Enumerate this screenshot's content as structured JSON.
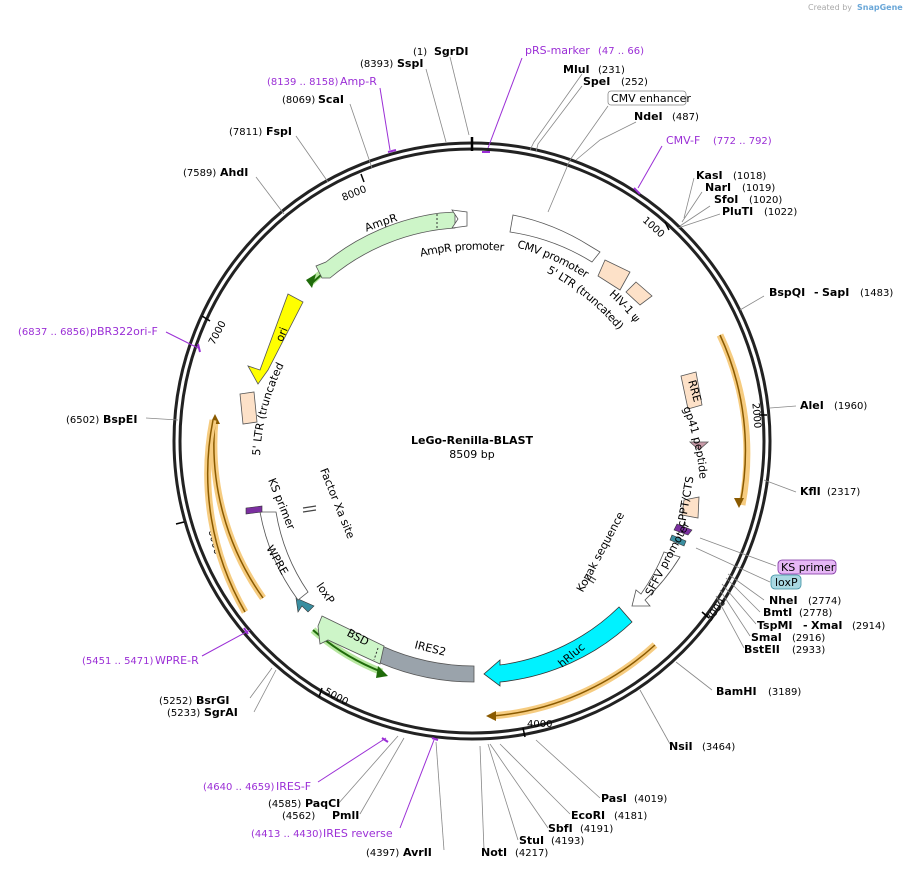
{
  "brand": {
    "created_by": "Created by",
    "name": "SnapGene"
  },
  "plasmid": {
    "name": "LeGo-Renilla-BLAST",
    "size": "8509 bp"
  },
  "colors": {
    "primer": "#9b2fd6",
    "backbone": "#222222"
  },
  "ticks": [
    "1000",
    "2000",
    "3000",
    "4000",
    "5000",
    "6000",
    "7000",
    "8000"
  ],
  "enzymes": [
    {
      "name": "SgrDI",
      "pos": "(1)"
    },
    {
      "name": "SspI",
      "pos": "(8393)"
    },
    {
      "name": "MluI",
      "pos": "(231)"
    },
    {
      "name": "SpeI",
      "pos": "(252)"
    },
    {
      "name": "NdeI",
      "pos": "(487)"
    },
    {
      "name": "ScaI",
      "pos": "(8069)"
    },
    {
      "name": "FspI",
      "pos": "(7811)"
    },
    {
      "name": "AhdI",
      "pos": "(7589)"
    },
    {
      "name": "KasI",
      "pos": "(1018)"
    },
    {
      "name": "NarI",
      "pos": "(1019)"
    },
    {
      "name": "SfoI",
      "pos": "(1020)"
    },
    {
      "name": "PluTI",
      "pos": "(1022)"
    },
    {
      "name": "BspQI",
      "pos": ""
    },
    {
      "name": "SapI",
      "pos": "(1483)"
    },
    {
      "name": "AleI",
      "pos": "(1960)"
    },
    {
      "name": "KflI",
      "pos": "(2317)"
    },
    {
      "name": "NheI",
      "pos": "(2774)"
    },
    {
      "name": "BmtI",
      "pos": "(2778)"
    },
    {
      "name": "TspMI",
      "pos": ""
    },
    {
      "name": "XmaI",
      "pos": "(2914)"
    },
    {
      "name": "SmaI",
      "pos": "(2916)"
    },
    {
      "name": "BstEII",
      "pos": "(2933)"
    },
    {
      "name": "BamHI",
      "pos": "(3189)"
    },
    {
      "name": "NsiI",
      "pos": "(3464)"
    },
    {
      "name": "PasI",
      "pos": "(4019)"
    },
    {
      "name": "EcoRI",
      "pos": "(4181)"
    },
    {
      "name": "SbfI",
      "pos": "(4191)"
    },
    {
      "name": "StuI",
      "pos": "(4193)"
    },
    {
      "name": "NotI",
      "pos": "(4217)"
    },
    {
      "name": "AvrII",
      "pos": "(4397)"
    },
    {
      "name": "PmlI",
      "pos": "(4562)"
    },
    {
      "name": "PaqCI",
      "pos": "(4585)"
    },
    {
      "name": "SgrAI",
      "pos": "(5233)"
    },
    {
      "name": "BsrGI",
      "pos": "(5252)"
    },
    {
      "name": "BspEI",
      "pos": "(6502)"
    }
  ],
  "primers": [
    {
      "name": "pRS-marker",
      "pos": "(47 .. 66)"
    },
    {
      "name": "Amp-R",
      "pos": "(8139 .. 8158)"
    },
    {
      "name": "CMV-F",
      "pos": "(772 .. 792)"
    },
    {
      "name": "pBR322ori-F",
      "pos": "(6837 .. 6856)"
    },
    {
      "name": "WPRE-R",
      "pos": "(5451 .. 5471)"
    },
    {
      "name": "IRES-F",
      "pos": "(4640 .. 4659)"
    },
    {
      "name": "IRES reverse",
      "pos": "(4413 .. 4430)"
    }
  ],
  "boxed_labels": {
    "cmv_enhancer": "CMV enhancer",
    "ks_primer": "KS primer",
    "loxp": "loxP"
  },
  "features": {
    "ampr_promoter": "AmpR promoter",
    "ampr": "AmpR",
    "cmv_promoter": "CMV promoter",
    "ltr5_trunc_a": "5' LTR (truncated)",
    "hiv1_psi": "HIV-1 ψ",
    "ori": "ori",
    "rre": "RRE",
    "gp41": "gp41 peptide",
    "cppt": "cPPT/CTS",
    "ltr5_trunc_b": "5' LTR (truncated)",
    "factor_xa": "Factor Xa site",
    "ks_primer": "KS primer",
    "wpre": "WPRE",
    "loxp": "loxP",
    "kozak": "Kozak sequence",
    "sffv": "SFFV promoter",
    "hrluc": "hRluc",
    "ires2": "IRES2",
    "bsd": "BSD"
  }
}
